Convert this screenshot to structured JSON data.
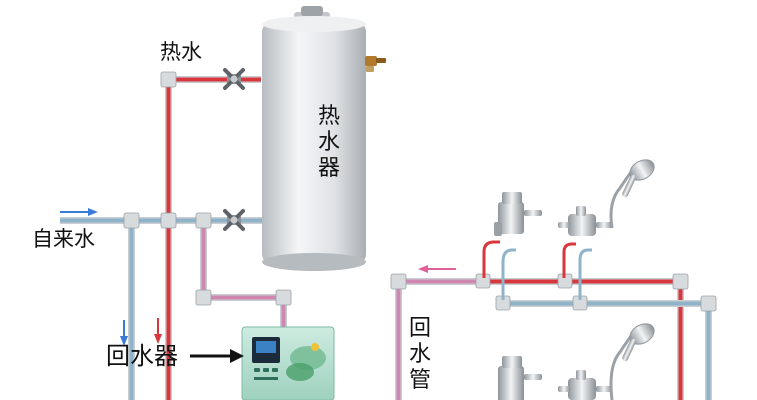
{
  "labels": {
    "hot_water": "热水",
    "heater": "热水器",
    "tap_water": "自来水",
    "return_pump": "回水器",
    "return_pipe": "回水管"
  },
  "colors": {
    "hot_pipe": "#d8373d",
    "cold_pipe": "#8fb3c8",
    "return_pipe": "#cf86b0",
    "pipe_rim": "#c9ced2",
    "tank_body": "#e2e5e8",
    "tank_shade": "#b9bec3",
    "controller_box": "#a9d8c6",
    "controller_screen": "#1c2b3a",
    "flow_arrow_hot": "#d8373d",
    "flow_arrow_cold": "#3a7bd5",
    "flow_arrow_return": "#e0609a",
    "pointer_arrow": "#111111"
  },
  "icons": {
    "valves": [
      "valve-icon",
      "valve-icon"
    ],
    "faucets": [
      "faucet-icon",
      "faucet-icon",
      "faucet-icon",
      "faucet-icon"
    ],
    "showers": [
      "shower-icon",
      "shower-icon"
    ]
  }
}
